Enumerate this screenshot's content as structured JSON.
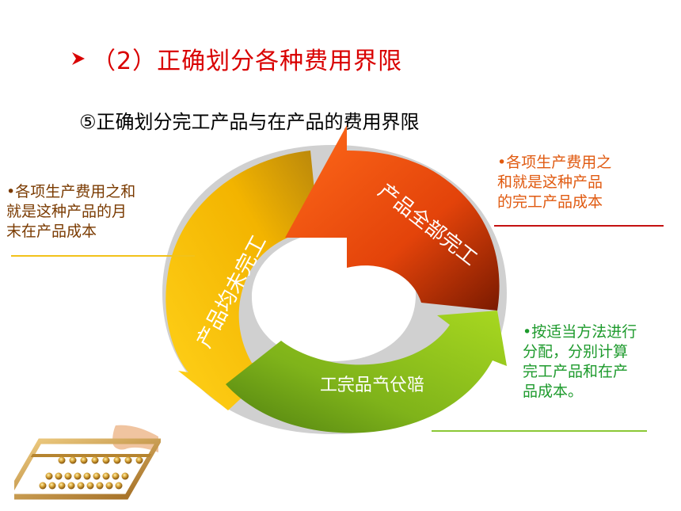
{
  "title": {
    "bullet_icon": "arrow-bullet-icon",
    "text": "（2）正确划分各种费用界限"
  },
  "subtitle": "⑤正确划分完工产品与在产品的费用界限",
  "notes": {
    "left": {
      "line1": "•各项生产费用之和",
      "line2": "就是这种产品的月",
      "line3": "末在产品成本"
    },
    "right": {
      "line1": "•各项生产费用之",
      "line2": "和就是这种产品",
      "line3": "的完工产品成本"
    },
    "green": {
      "line1": "•按适当方法进行",
      "line2": "分配，分别计算",
      "line3": "完工产品和在产",
      "line4": "品成本。"
    }
  },
  "cycle": {
    "top_arrow_label": "产品全部完工",
    "left_arrow_label": "产品均未完工",
    "bottom_arrow_label": "部分产品完工"
  },
  "colors": {
    "title": "#d90000",
    "left_note": "#7a3a00",
    "right_note": "#e05a10",
    "green_note": "#1d9a2c",
    "orange_arrow": "#e24a0c",
    "yellow_arrow": "#f0b400",
    "green_arrow": "#8cc21e"
  }
}
